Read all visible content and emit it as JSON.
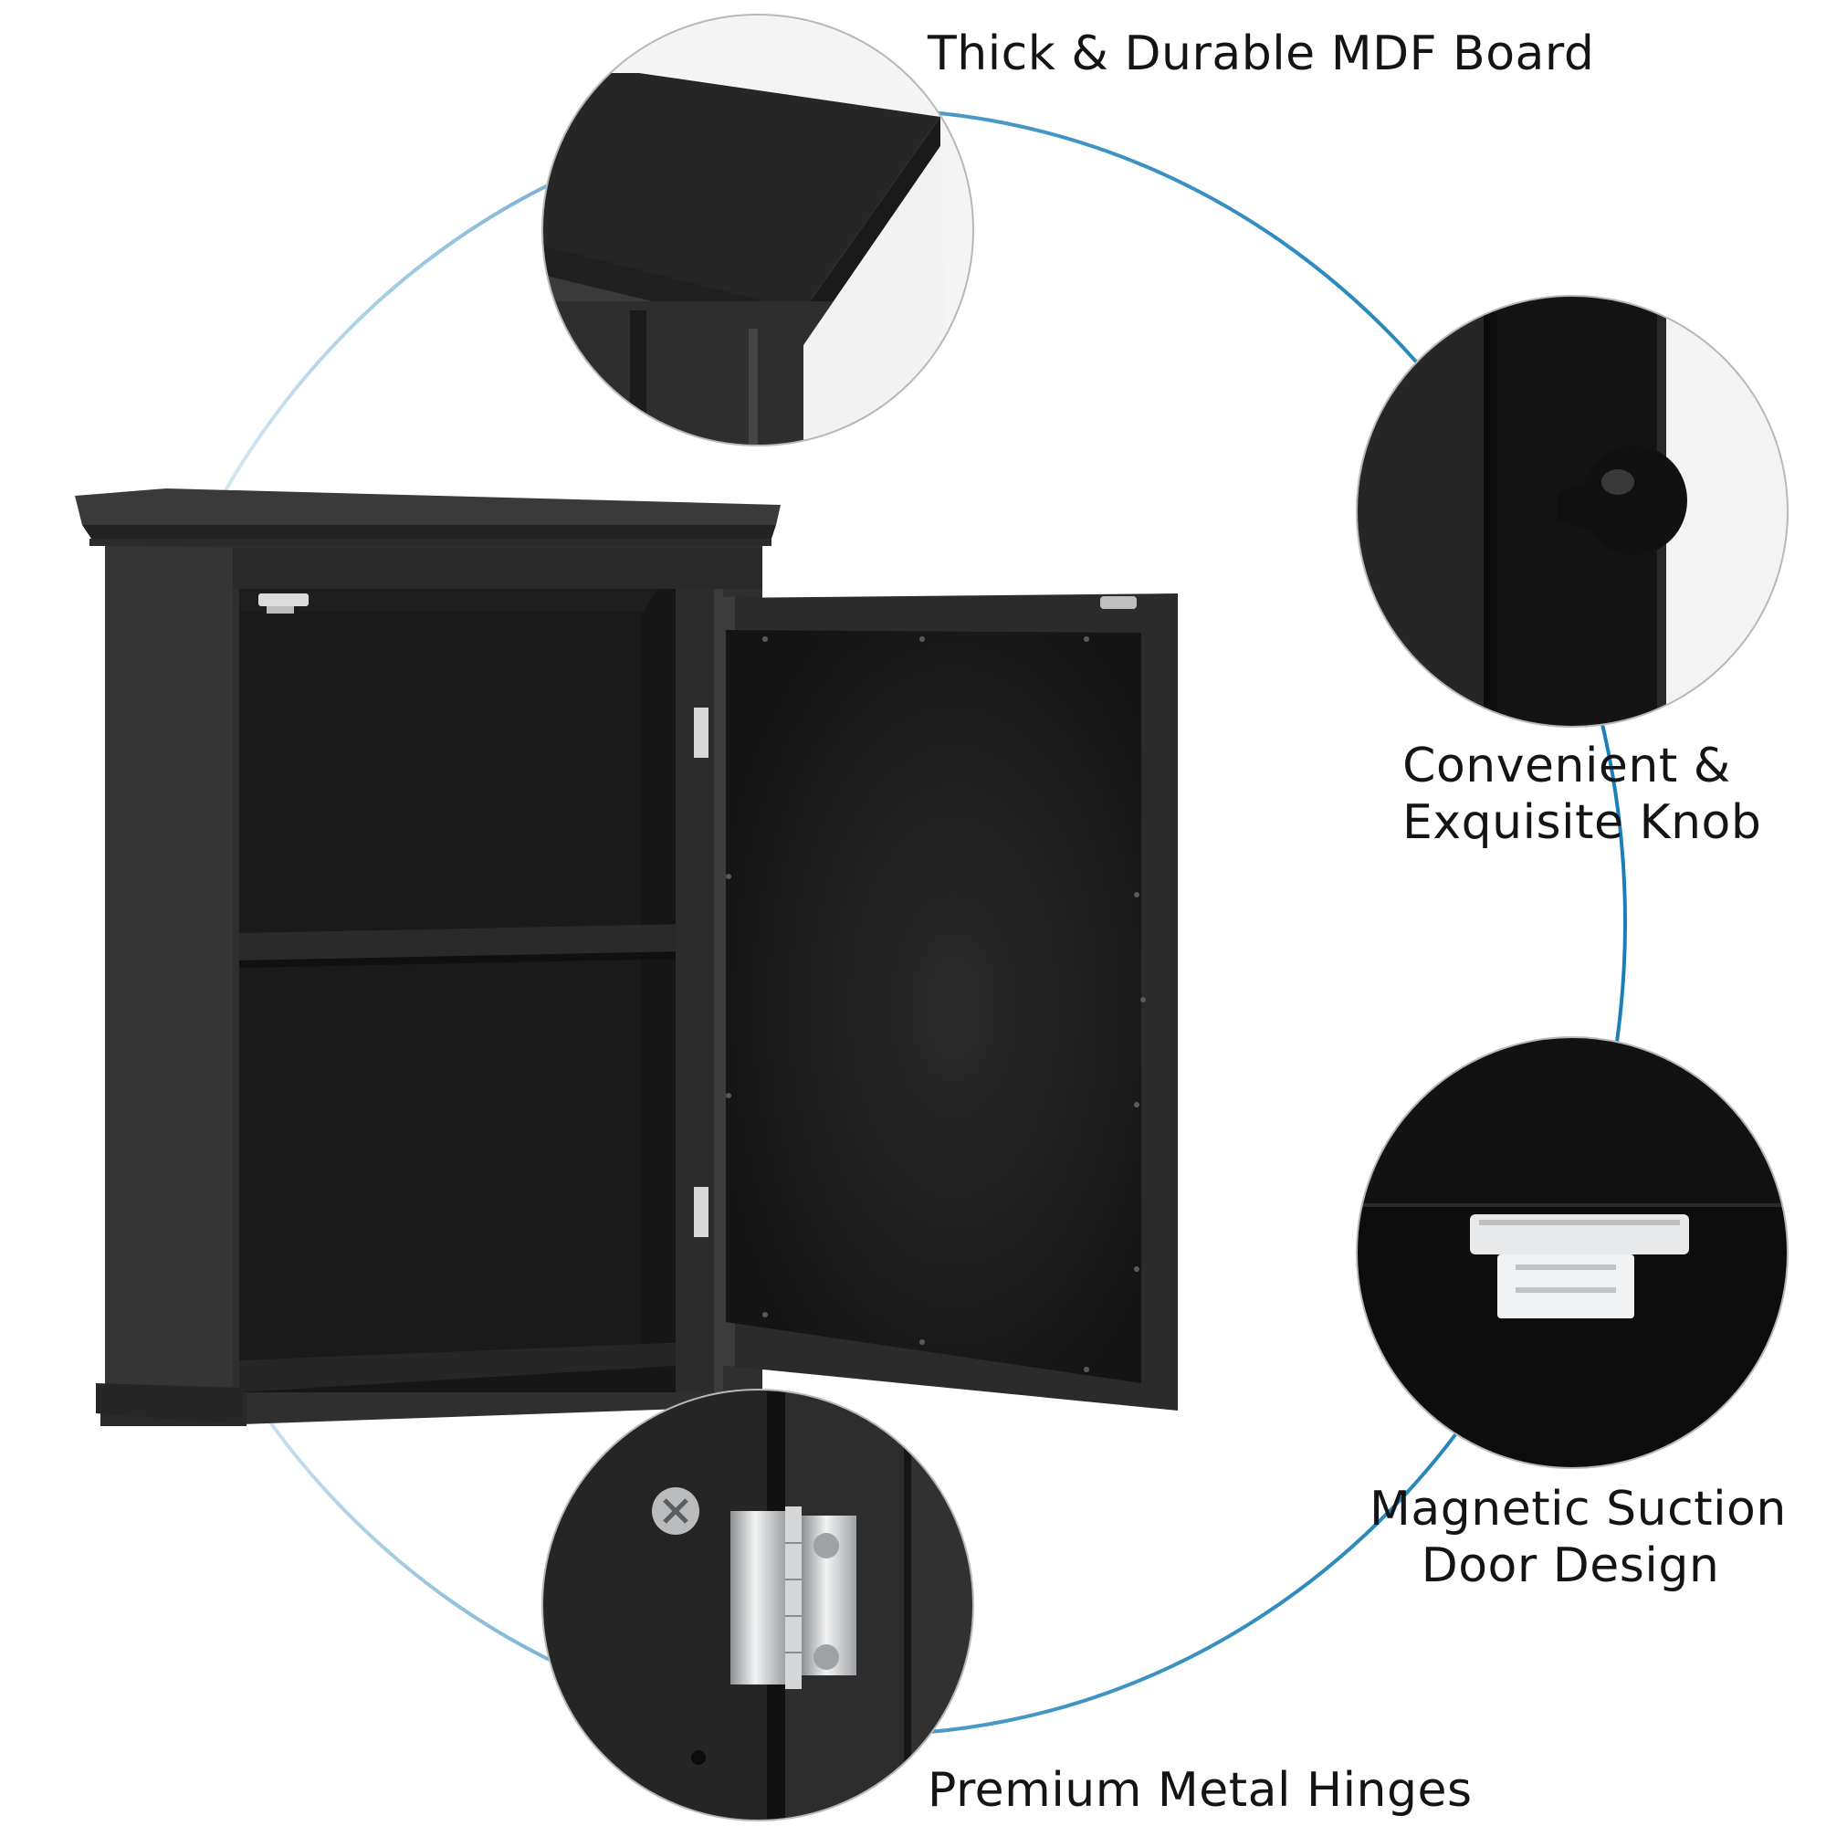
{
  "colors": {
    "background": "#ffffff",
    "ring": "#1a7fb8",
    "cabinet": "#2f2f30",
    "cabinet_dark": "#1c1c1d",
    "text": "#141414",
    "metal": "#c9cbcd"
  },
  "features": [
    {
      "icon": "mdf-board-closeup",
      "lines": [
        "Thick & Durable MDF Board"
      ]
    },
    {
      "icon": "knob-closeup",
      "lines": [
        "Convenient &",
        "Exquisite Knob"
      ]
    },
    {
      "icon": "magnetic-catch-closeup",
      "lines": [
        "Magnetic Suction",
        "Door Design"
      ]
    },
    {
      "icon": "metal-hinge-closeup",
      "lines": [
        "Premium Metal Hinges"
      ]
    }
  ]
}
